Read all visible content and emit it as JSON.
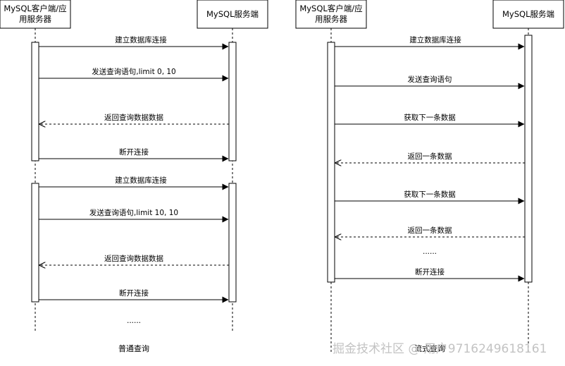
{
  "left": {
    "client_label": [
      "MySQL客户端/应",
      "用服务器"
    ],
    "server_label": "MySQL服务端",
    "messages": [
      {
        "label": "建立数据库连接",
        "direction": "to_server",
        "style": "solid"
      },
      {
        "label": "发送查询语句,limit 0, 10",
        "direction": "to_server",
        "style": "solid"
      },
      {
        "label": "返回查询数据数据",
        "direction": "to_client",
        "style": "dashed"
      },
      {
        "label": "断开连接",
        "direction": "to_server",
        "style": "solid"
      },
      {
        "label": "建立数据库连接",
        "direction": "to_server",
        "style": "solid"
      },
      {
        "label": "发送查询语句,limit 10, 10",
        "direction": "to_server",
        "style": "solid"
      },
      {
        "label": "返回查询数据数据",
        "direction": "to_client",
        "style": "dashed"
      },
      {
        "label": "断开连接",
        "direction": "to_server",
        "style": "solid"
      }
    ],
    "ellipsis": "......",
    "caption": "普通查询"
  },
  "right": {
    "client_label": [
      "MySQL客户端/应",
      "用服务器"
    ],
    "server_label": "MySQL服务端",
    "messages": [
      {
        "label": "建立数据库连接",
        "direction": "to_server",
        "style": "solid"
      },
      {
        "label": "发送查询语句",
        "direction": "to_server",
        "style": "solid"
      },
      {
        "label": "获取下一条数据",
        "direction": "to_server",
        "style": "solid"
      },
      {
        "label": "返回一条数据",
        "direction": "to_client",
        "style": "dashed"
      },
      {
        "label": "获取下一条数据",
        "direction": "to_server",
        "style": "solid"
      },
      {
        "label": "返回一条数据",
        "direction": "to_client",
        "style": "dashed"
      }
    ],
    "ellipsis": "......",
    "final_message": {
      "label": "断开连接",
      "direction": "to_server",
      "style": "solid"
    },
    "caption": "流式查询"
  },
  "watermark": "掘金技术社区 @ 用户9716249618161"
}
